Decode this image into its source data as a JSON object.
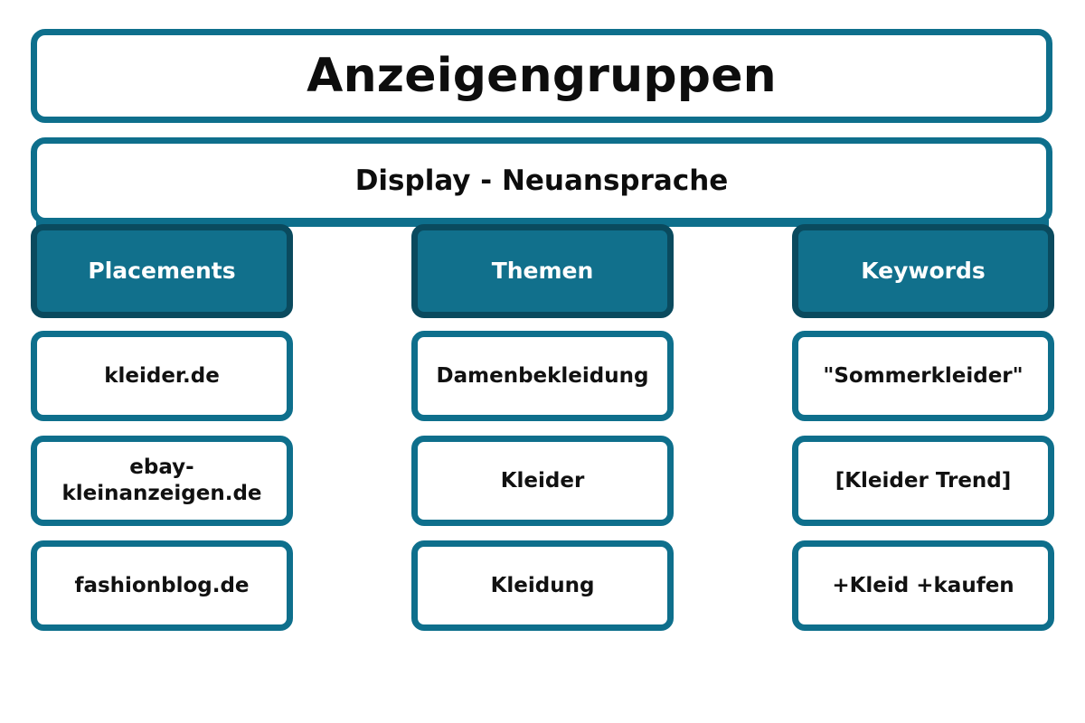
{
  "diagram": {
    "title": "Anzeigengruppen",
    "campaign": "Display - Neuansprache",
    "colors": {
      "accent": "#0e6f8c",
      "header_fill": "#11708c",
      "header_border": "#0a4a5e",
      "box_fill": "#ffffff",
      "text": "#111111",
      "header_text": "#ffffff",
      "background": "#ffffff"
    },
    "columns": [
      {
        "header": "Placements",
        "items": [
          "kleider.de",
          "ebay-kleinanzeigen.de",
          "fashionblog.de"
        ]
      },
      {
        "header": "Themen",
        "items": [
          "Damenbekleidung",
          "Kleider",
          "Kleidung"
        ]
      },
      {
        "header": "Keywords",
        "items": [
          "\"Sommerkleider\"",
          "[Kleider Trend]",
          "+Kleid +kaufen"
        ]
      }
    ]
  }
}
